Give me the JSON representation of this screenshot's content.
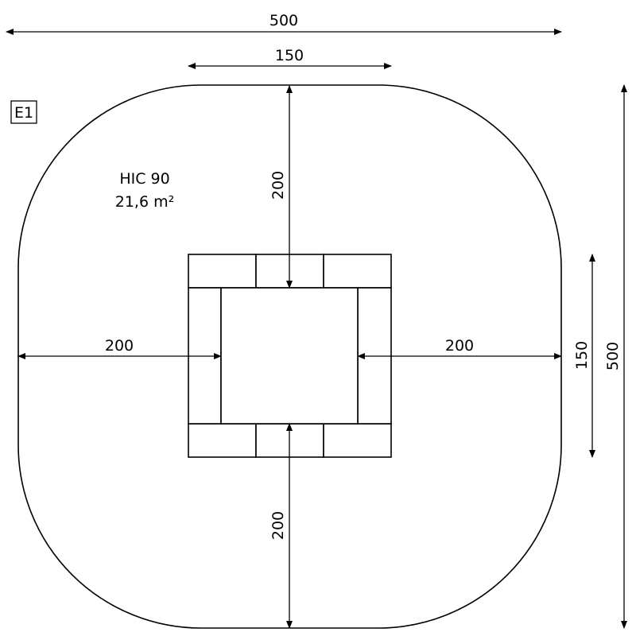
{
  "zone_label": "E1",
  "info": {
    "hic": "HIC 90",
    "area": "21,6 m²"
  },
  "dimensions": {
    "overall_width": "500",
    "equipment_width": "150",
    "top_clearance": "200",
    "left_clearance": "200",
    "right_clearance": "200",
    "bottom_clearance": "200",
    "equipment_depth": "150",
    "overall_depth": "500"
  }
}
